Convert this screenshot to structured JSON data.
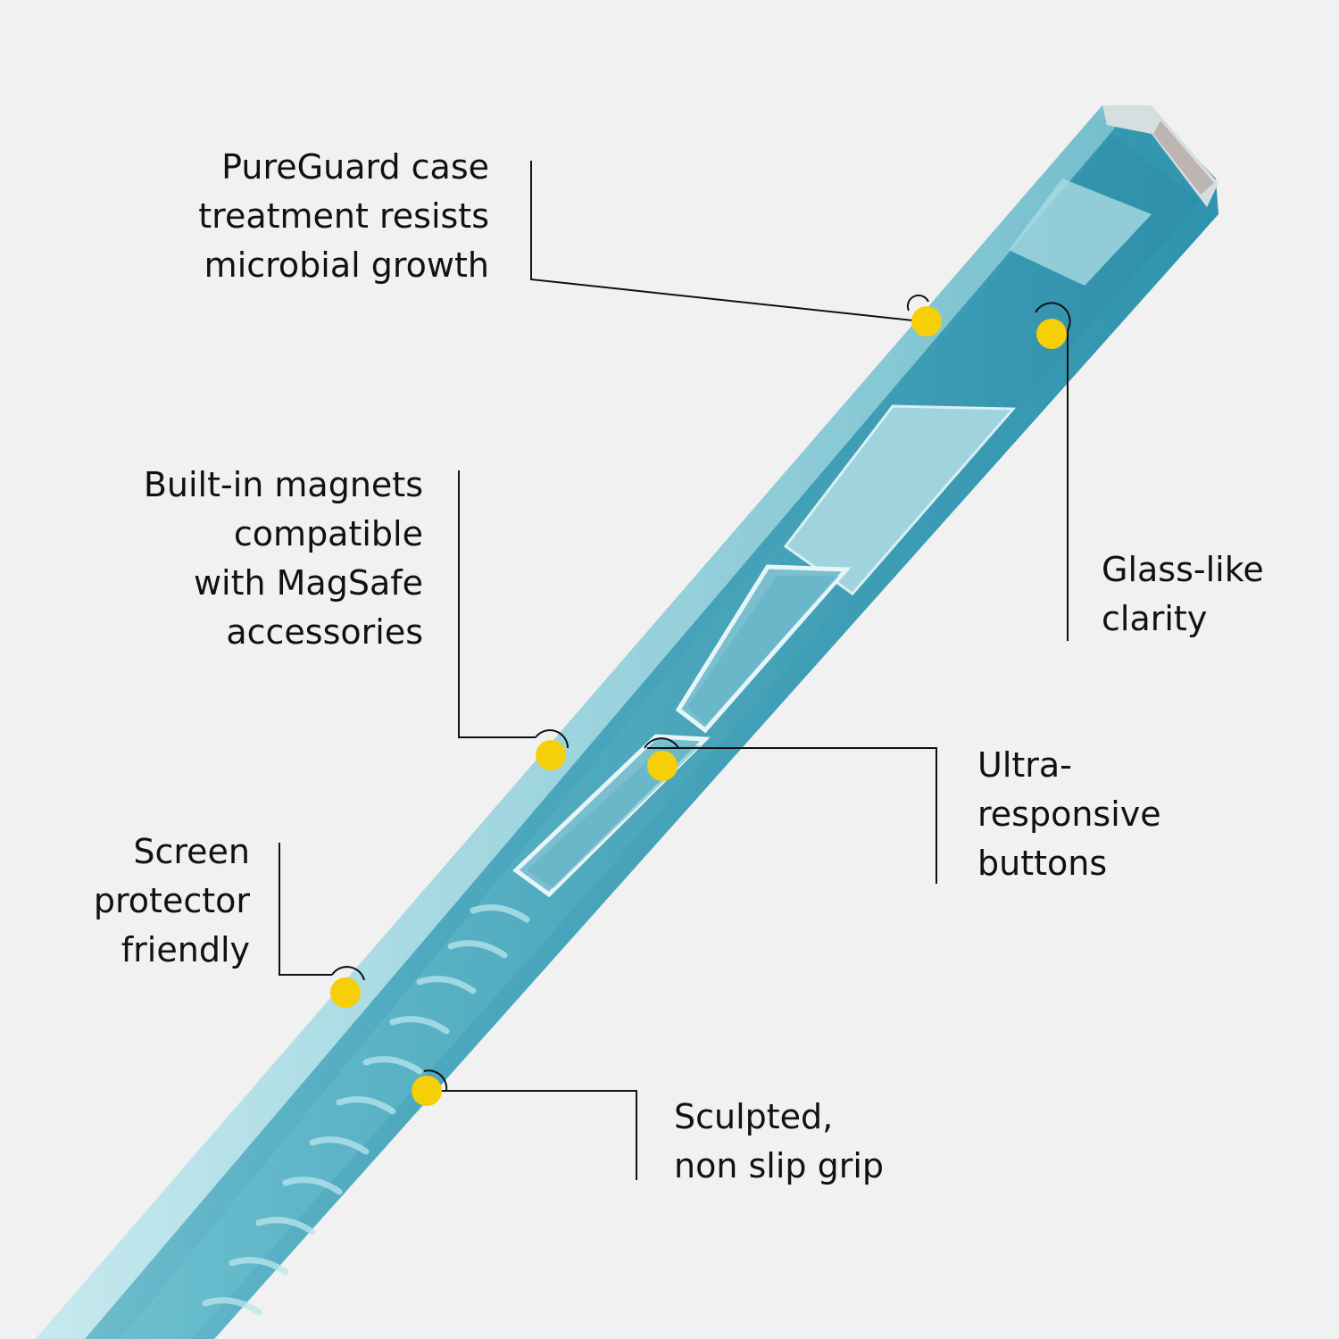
{
  "colors": {
    "background": "#f1f1f1",
    "case": "#5fb1c4",
    "marker": "#f5cf08",
    "leader": "#111111"
  },
  "callouts": {
    "pureguard": {
      "lines": [
        "PureGuard case",
        "treatment resists",
        "microbial growth"
      ]
    },
    "magnets": {
      "lines": [
        "Built-in magnets",
        "compatible",
        "with MagSafe",
        "accessories"
      ]
    },
    "screen": {
      "lines": [
        "Screen",
        "protector",
        "friendly"
      ]
    },
    "glass": {
      "lines": [
        "Glass-like",
        "clarity"
      ]
    },
    "buttons": {
      "lines": [
        "Ultra-",
        "responsive",
        "buttons"
      ]
    },
    "grip": {
      "lines": [
        "Sculpted,",
        "non slip grip"
      ]
    }
  }
}
